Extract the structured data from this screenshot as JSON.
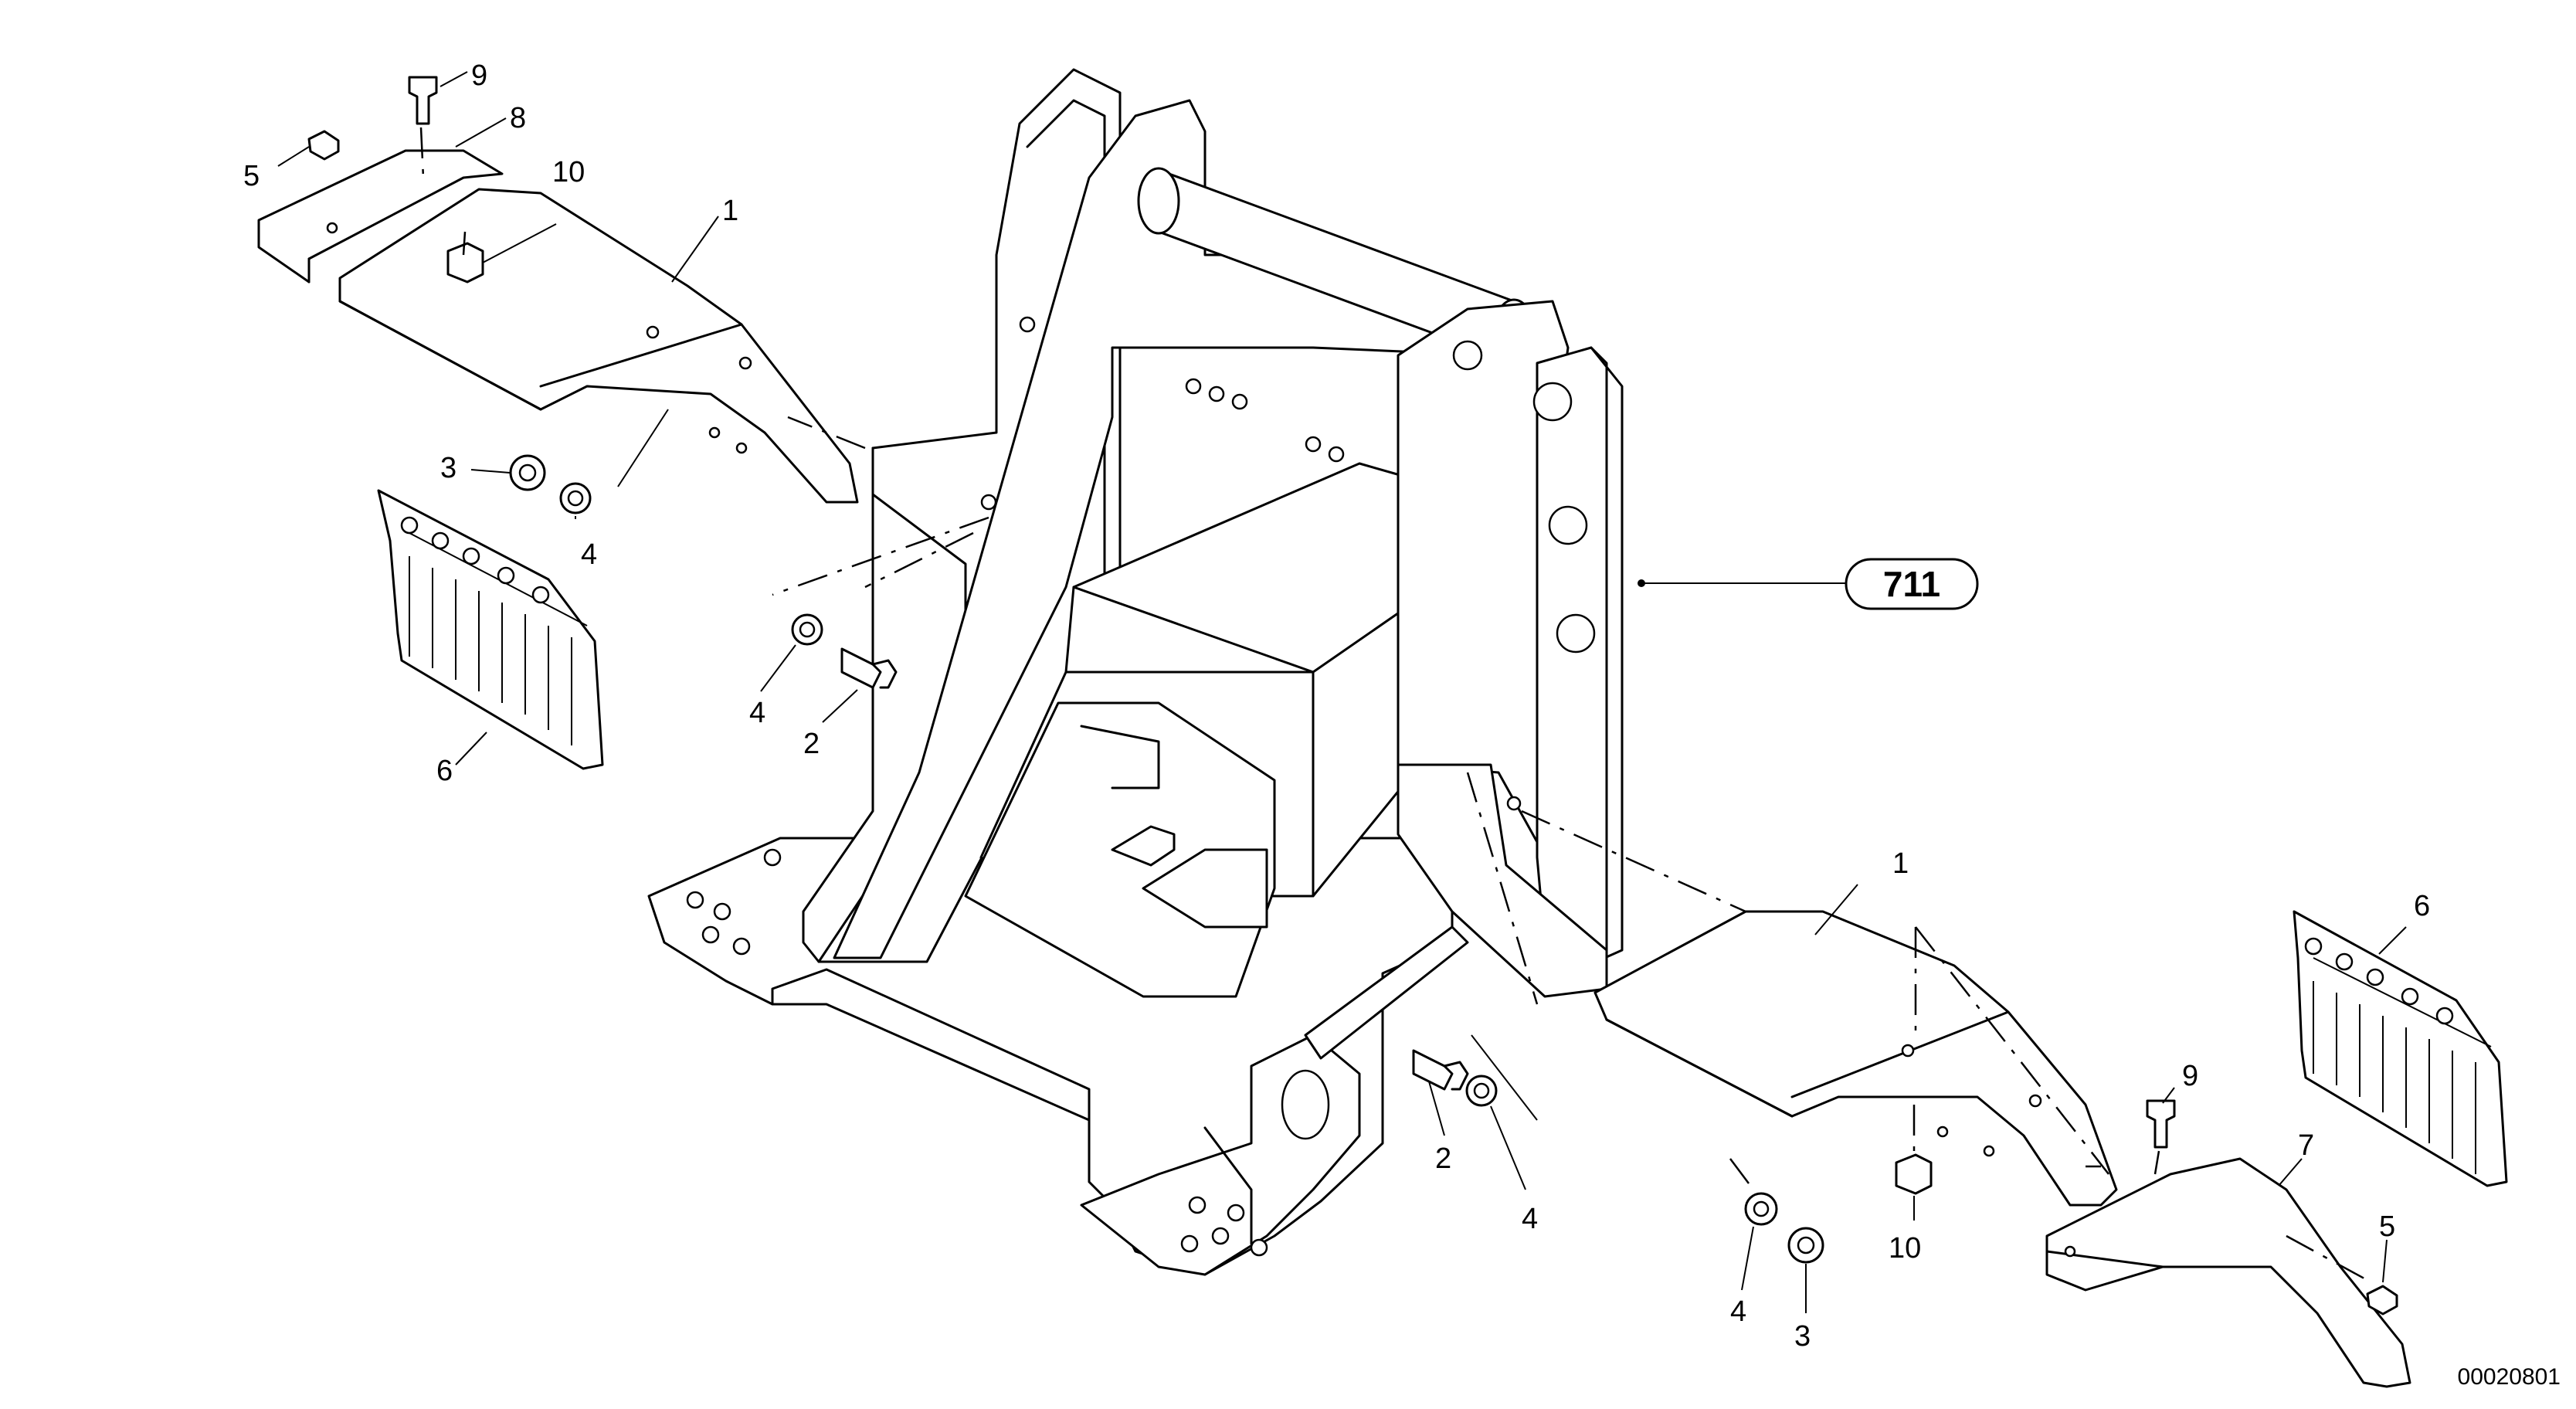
{
  "labels": {
    "p1a": "1",
    "p1b": "1",
    "p2a": "2",
    "p2b": "2",
    "p3a": "3",
    "p3b": "3",
    "p4a": "4",
    "p4b": "4",
    "p4c": "4",
    "p4d": "4",
    "p5a": "5",
    "p5b": "5",
    "p6a": "6",
    "p6b": "6",
    "p7": "7",
    "p8": "8",
    "p9a": "9",
    "p9b": "9",
    "p10a": "10",
    "p10b": "10"
  },
  "reference": "711",
  "document_number": "00020801"
}
